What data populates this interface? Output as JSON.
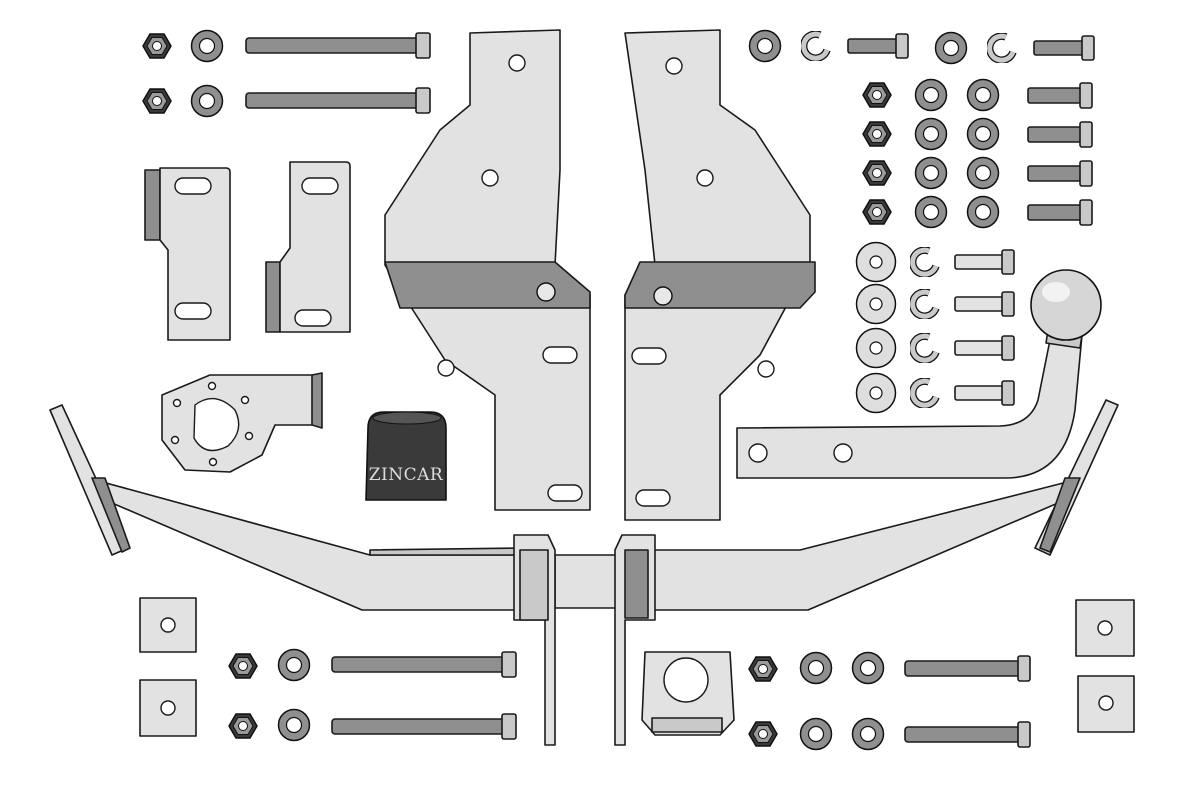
{
  "figure": {
    "brand_text": "ZINCAR",
    "colors": {
      "background": "#ffffff",
      "steel_light": "#e2e2e2",
      "steel_mid": "#c9c9c9",
      "steel_dark": "#8f8f8f",
      "outline": "#1a1a1a",
      "cap": "#3a3a3a"
    },
    "parts": [
      "hex-nut",
      "flat-washer",
      "spring-washer",
      "hex-bolt",
      "side-bracket",
      "mounting-plate",
      "socket-plate",
      "dust-cap",
      "tow-ball-neck",
      "cross-beam",
      "square-plate",
      "u-clamp"
    ]
  }
}
